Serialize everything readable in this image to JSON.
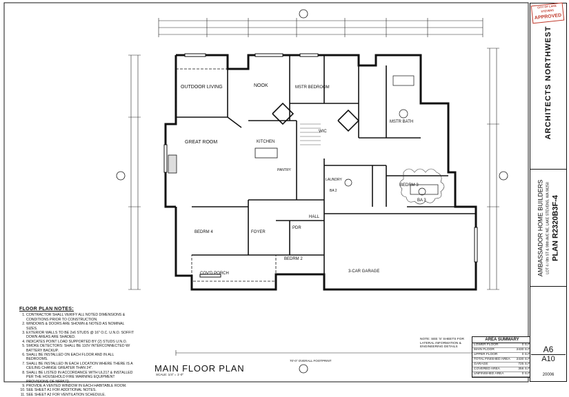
{
  "drawing": {
    "title": "MAIN FLOOR PLAN",
    "scale": "SCALE: 1/4\" = 1'-0\"",
    "overall_dim": "70'-0\" OVERALL FOOTPRINT"
  },
  "rooms": {
    "outdoor_living": "OUTDOOR LIVING",
    "nook": "NOOK",
    "master_bedroom": "MSTR BEDROOM",
    "master_bath": "MSTR BATH",
    "wic": "WIC",
    "great_room": "GREAT ROOM",
    "kitchen": "KITCHEN",
    "pantry": "PANTRY",
    "laundry": "LAUNDRY",
    "pdr": "PDR",
    "hall": "HALL",
    "bedrm2": "BEDRM 2",
    "bedrm3": "BEDRM 3",
    "bedrm4": "BEDRM 4",
    "ba2": "BA 2",
    "ba3": "BA 3",
    "foyer": "FOYER",
    "covd_porch": "COV'D PORCH",
    "garage": "3-CAR GARAGE"
  },
  "notes": {
    "heading": "FLOOR PLAN NOTES:",
    "items": [
      "CONTRACTOR SHALL VERIFY ALL NOTED DIMENSIONS & CONDITIONS PRIOR TO CONSTRUCTION.",
      "WINDOWS & DOORS ARE SHOWN & NOTED AS NOMINAL SIZES.",
      "EXTERIOR WALLS TO BE 2x6 STUDS @ 16\" O.C. U.N.O. SOFFIT DOWN AREAS ARE SHADED.",
      "INDICATES POINT LOAD SUPPORTED BY (2) STUDS U.N.O.",
      "SMOKE DETECTORS: SHALL BE 110V INTERCONNECTED W/ BATTERY BACKUP.",
      "SHALL BE INSTALLED ON EACH FLOOR AND IN ALL BEDROOMS.",
      "SHALL BE INSTALLED IN EACH LOCATION WHERE THERE IS A CEILING CHANGE GREATER THAN 24\".",
      "SHALL BE LISTED IN ACCORDANCE WITH UL217 & INSTALLED PER THE HOUSEHOLD FIRE WARNING EQUIPMENT PROVISIONS OF NFPA72.",
      "PROVIDE A VENTED WINDOW IN EACH HABITABLE ROOM.",
      "SEE SHEET A1 FOR ADDITIONAL NOTES.",
      "SEE SHEET A2 FOR VENTILATION SCHEDULE."
    ]
  },
  "note_box": "NOTE: SEE 'S' SHEETS FOR LATERAL INFORMATION & ENGINEERING DETAILS",
  "area_summary": {
    "heading": "AREA SUMMARY",
    "rows": [
      {
        "label": "LOWER FLOOR",
        "value": "0 S.F."
      },
      {
        "label": "MAIN FLOOR",
        "value": "2430 S.F."
      },
      {
        "label": "UPPER FLOOR",
        "value": "0 S.F."
      },
      {
        "label": "TOTAL FINISHED AREA",
        "value": "2430 S.F."
      },
      {
        "label": "GARAGE",
        "value": "725 S.F."
      },
      {
        "label": "COVERED AREA",
        "value": "356 S.F."
      },
      {
        "label": "UNFINISHED AREA",
        "value": "0 S.F."
      }
    ]
  },
  "title_block": {
    "stamp_line1": "CITY OF LAKE STEVENS",
    "stamp_line2": "APPROVED",
    "firm": "ARCHITECTS NORTHWEST",
    "builder": "AMBASSADOR HOME BUILDERS",
    "address": "LOT 4 / 8th ST & 99th AVE NE, LAKE STEVENS, WA 98258",
    "plan": "PLAN R2320B3F-4",
    "sheet": "A6",
    "sheet_total": "A10",
    "job": "20006"
  }
}
